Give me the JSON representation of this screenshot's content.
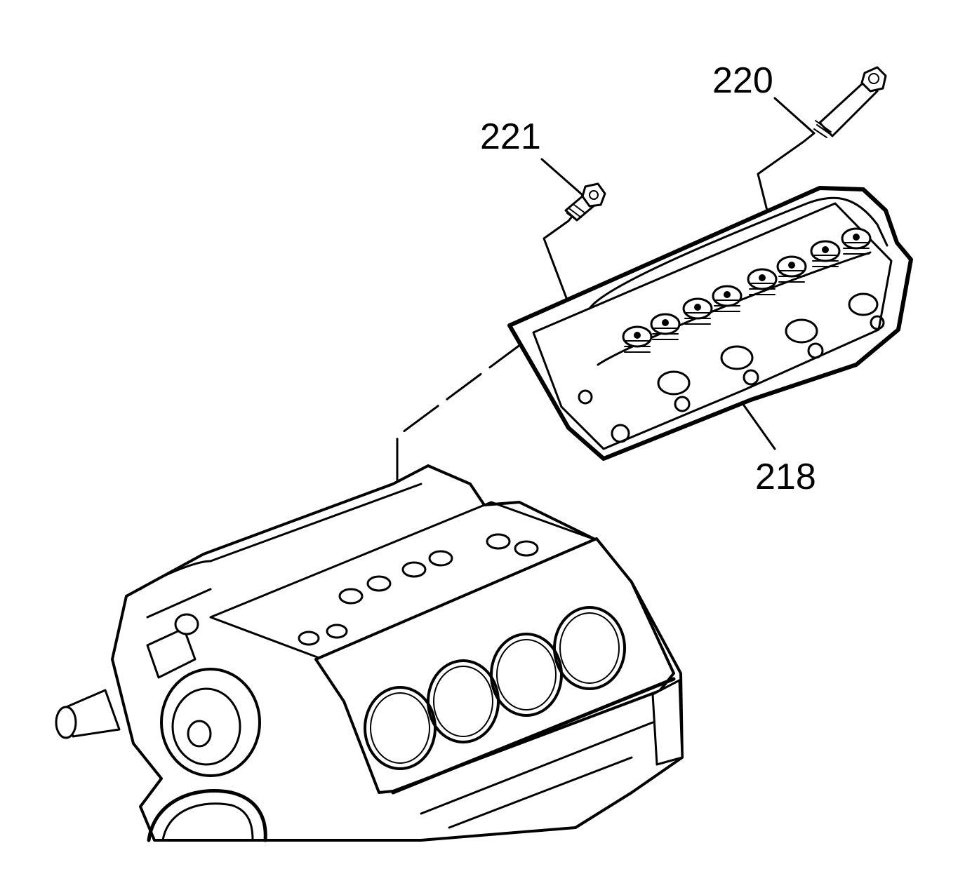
{
  "diagram": {
    "callouts": [
      {
        "id": "bolt_long",
        "label": "220"
      },
      {
        "id": "bolt_short",
        "label": "221"
      },
      {
        "id": "cylinder_head",
        "label": "218"
      }
    ],
    "colors": {
      "ink": "#000000",
      "paper": "#ffffff"
    }
  }
}
